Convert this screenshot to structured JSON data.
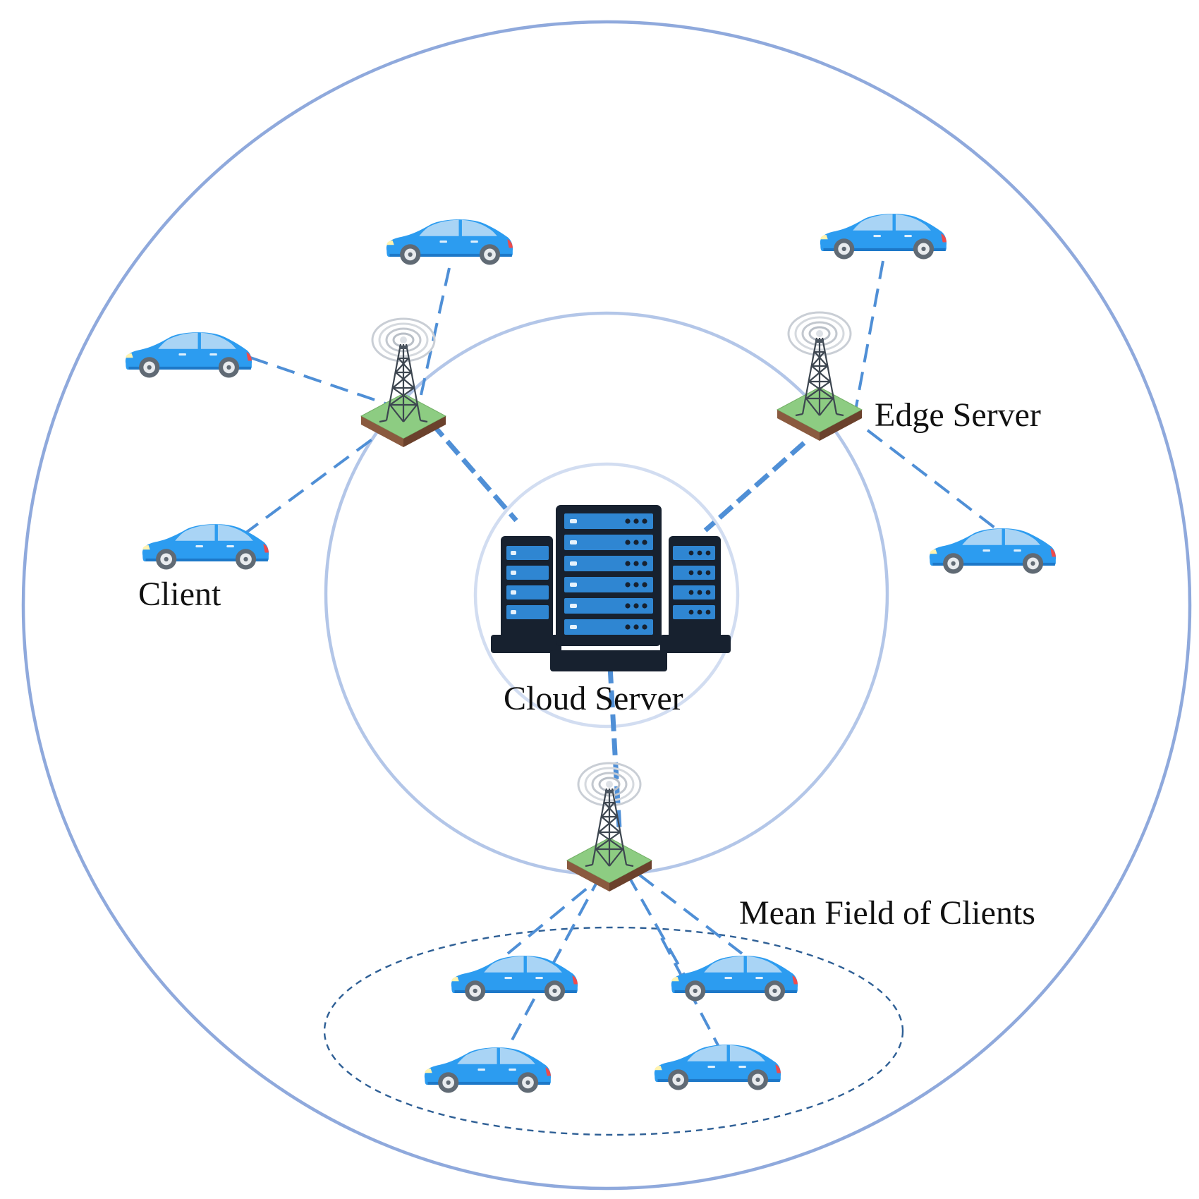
{
  "labels": {
    "client": "Client",
    "edge_server": "Edge Server",
    "cloud_server": "Cloud Server",
    "mean_field": "Mean Field of Clients"
  },
  "colors": {
    "outer_ring": "#8fa9dc",
    "middle_ring": "#b3c6e8",
    "inner_ring": "#d2ddf1",
    "link": "#4f8fd6",
    "mean_field_ellipse": "#2e5f95",
    "car_body": "#2c9cf0",
    "car_window": "#a9d4f5",
    "server_dark": "#17212f",
    "server_panel": "#2f86d2",
    "tile_top": "#8dcc82",
    "tile_side": "#7a4a33"
  },
  "icons": {
    "client": "car-icon",
    "edge_server": "cell-tower-icon",
    "cloud_server": "server-rack-icon"
  },
  "groups": {
    "tower_a_clients": 3,
    "tower_b_clients": 2,
    "tower_c_clients": 4
  }
}
